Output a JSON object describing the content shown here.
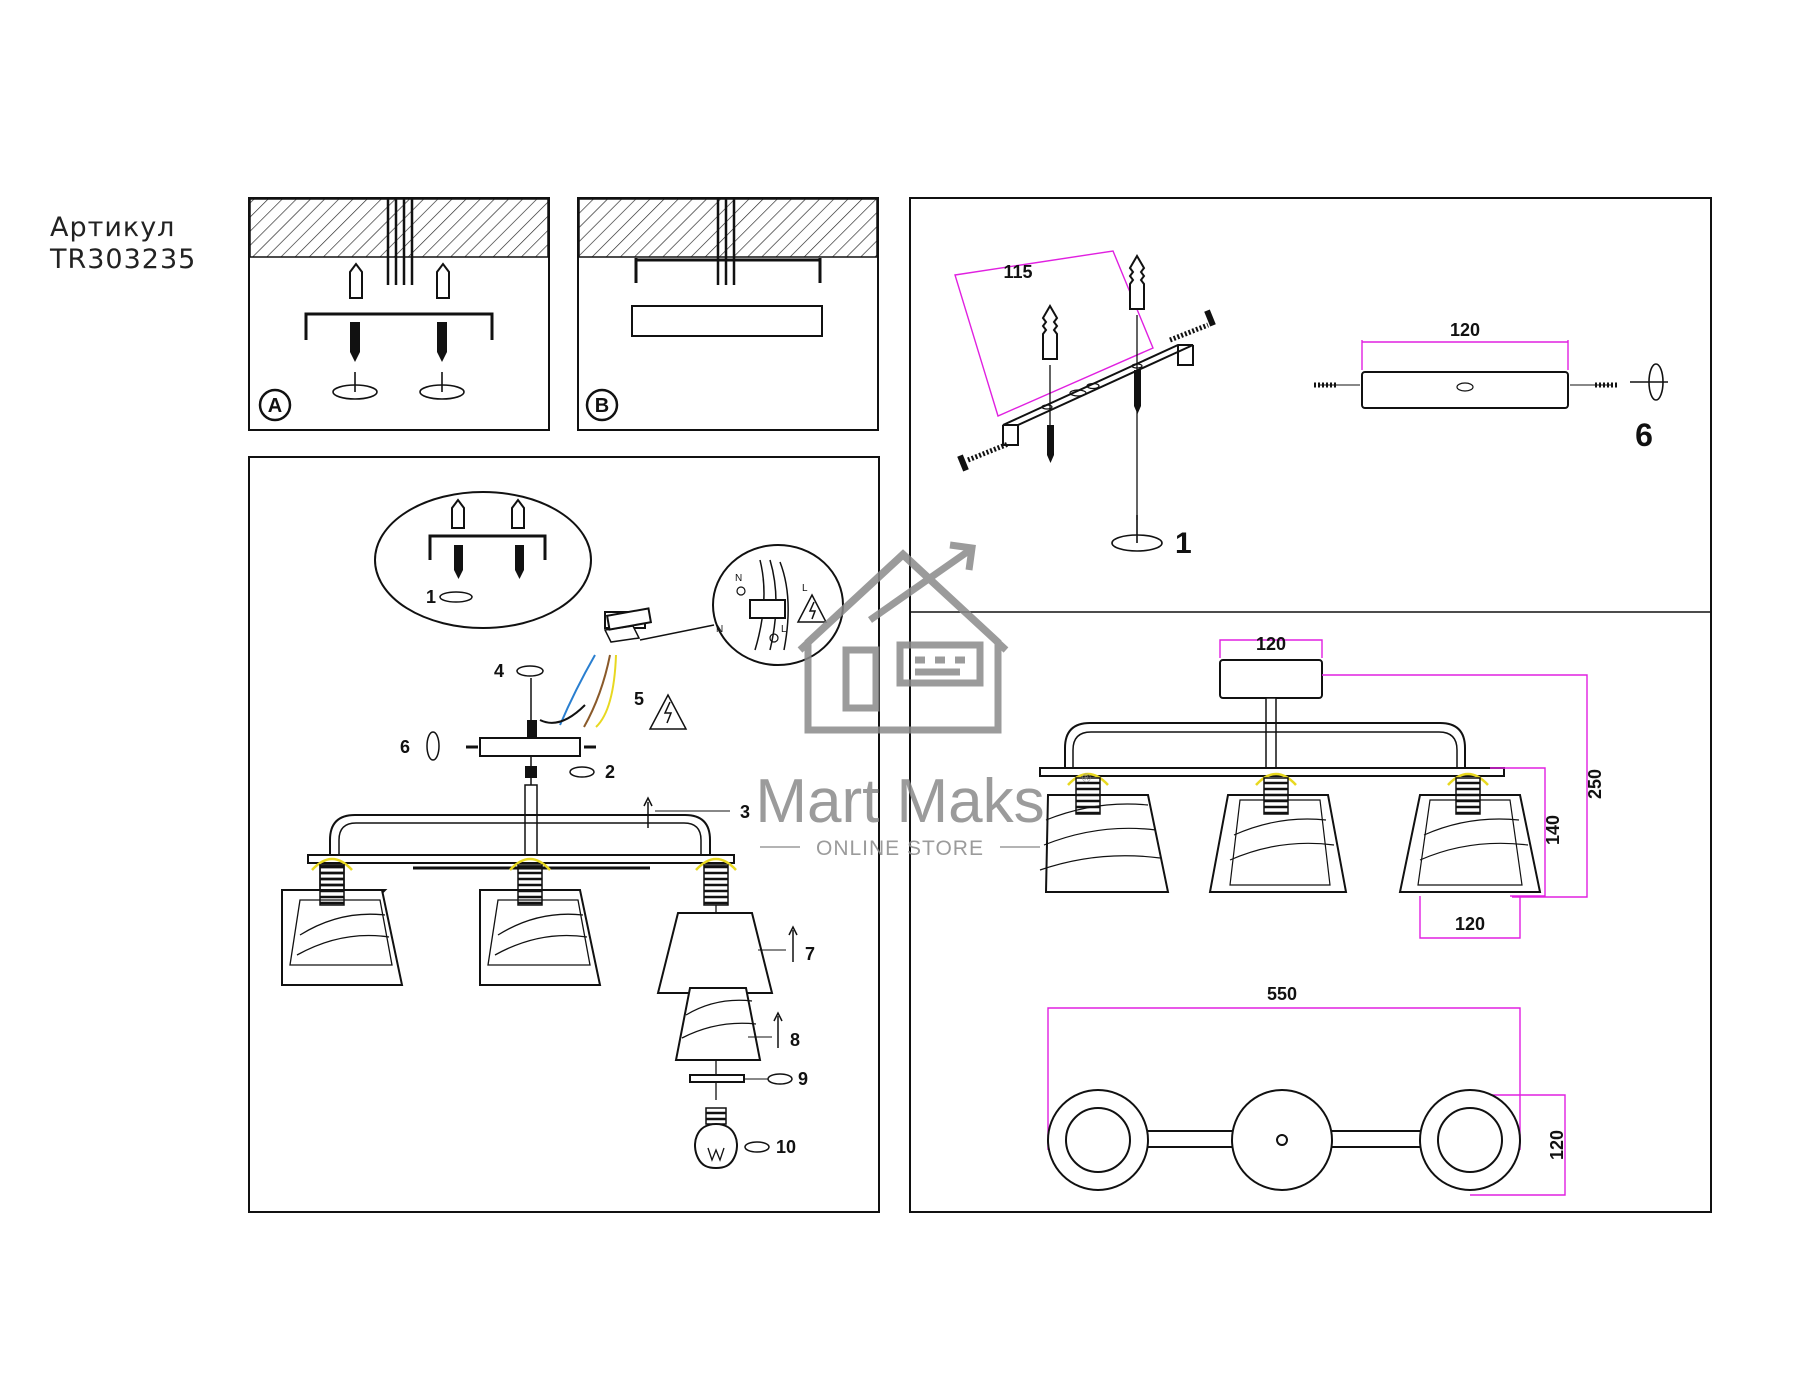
{
  "header": {
    "article_label": "Артикул",
    "article_code": "TR303235"
  },
  "panels": {
    "mount_a": {
      "badge": "A"
    },
    "mount_b": {
      "badge": "B"
    }
  },
  "assembly": {
    "steps": {
      "s1": "1",
      "s2": "2",
      "s3": "3",
      "s4": "4",
      "s5": "5",
      "s6": "6",
      "s7": "7",
      "s8": "8",
      "s9": "9",
      "s10": "10"
    },
    "wiring": {
      "n_top": "N",
      "l_top": "L",
      "n_bottom": "N",
      "l_bottom": "L"
    }
  },
  "bracket_detail": {
    "dim_bracket": "115",
    "step_screw": "1",
    "dim_plate": "120",
    "step_plate": "6"
  },
  "dimensions": {
    "canopy_width": "120",
    "height_total": "250",
    "height_shade": "140",
    "shade_width": "120",
    "length": "550",
    "depth": "120"
  },
  "watermark": {
    "brand": "Mart Maks",
    "sub": "ONLINE STORE",
    "reg": "®"
  },
  "colors": {
    "line": "#1a1a1a",
    "dimension": "#e020e0",
    "watermark": "#8a8a8a",
    "wire_yellow": "#e8d820",
    "wire_blue": "#2a7fd0",
    "wire_brown": "#8a5a2a"
  }
}
